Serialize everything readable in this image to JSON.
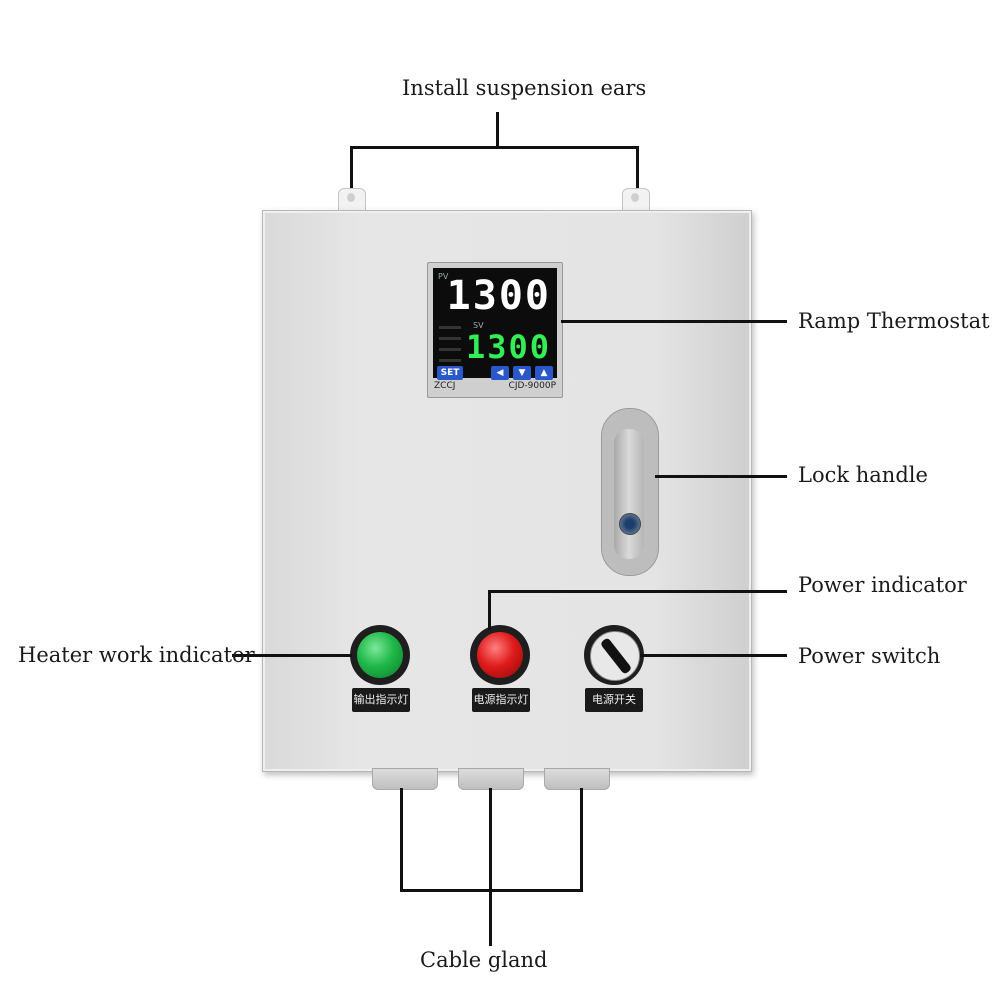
{
  "labels": {
    "suspension_ears": "Install suspension ears",
    "ramp_thermostat": "Ramp Thermostat",
    "lock_handle": "Lock handle",
    "power_indicator": "Power indicator",
    "heater_work_indicator": "Heater work indicator",
    "power_switch": "Power switch",
    "cable_gland": "Cable gland"
  },
  "thermostat": {
    "pv_tag": "PV",
    "pv_value": "1300",
    "sv_tag": "SV",
    "sv_value": "1300",
    "set_label": "SET",
    "brand": "ZCCJ",
    "model": "CJD-9000P",
    "pv_color": "#ffffff",
    "sv_color": "#33ee55"
  },
  "panel_plates": {
    "heater": "输出指示灯",
    "power_indicator": "电源指示灯",
    "power_switch": "电源开关"
  },
  "colors": {
    "heater_lamp": "#1fb848",
    "power_lamp": "#e01b1b",
    "enclosure": "#e2e2e2"
  }
}
